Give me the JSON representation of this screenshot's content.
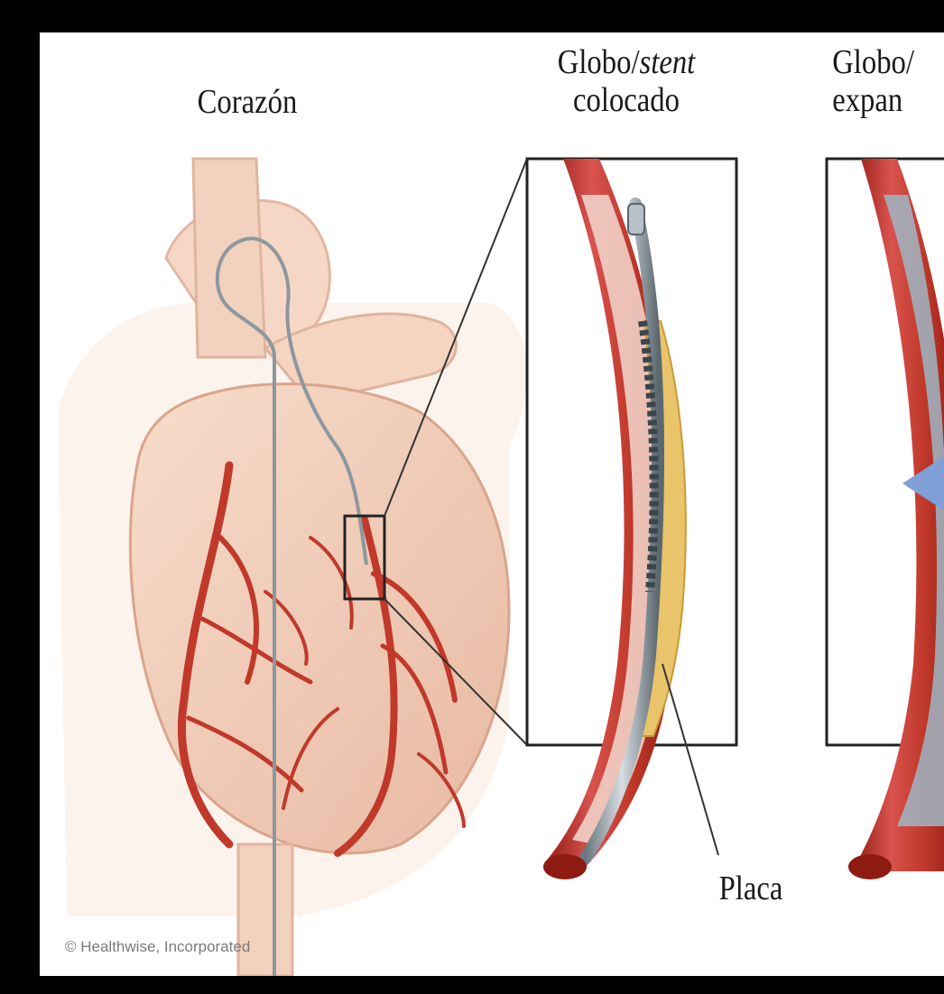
{
  "labels": {
    "heart": "Corazón",
    "balloon_placed_prefix": "Globo/",
    "balloon_placed_italic": "stent",
    "balloon_placed_line2": "colocado",
    "balloon_expanded_line1": "Globo/",
    "balloon_expanded_line2": "expan",
    "plaque": "Placa"
  },
  "credit": "© Healthwise, Incorporated",
  "colors": {
    "artery": "#c0392b",
    "artery_dark": "#8e1b12",
    "heart_tissue": "#f2cdb8",
    "plaque": "#e9c46a",
    "catheter": "#9aa6ae",
    "arrow": "#7f9fd6"
  }
}
